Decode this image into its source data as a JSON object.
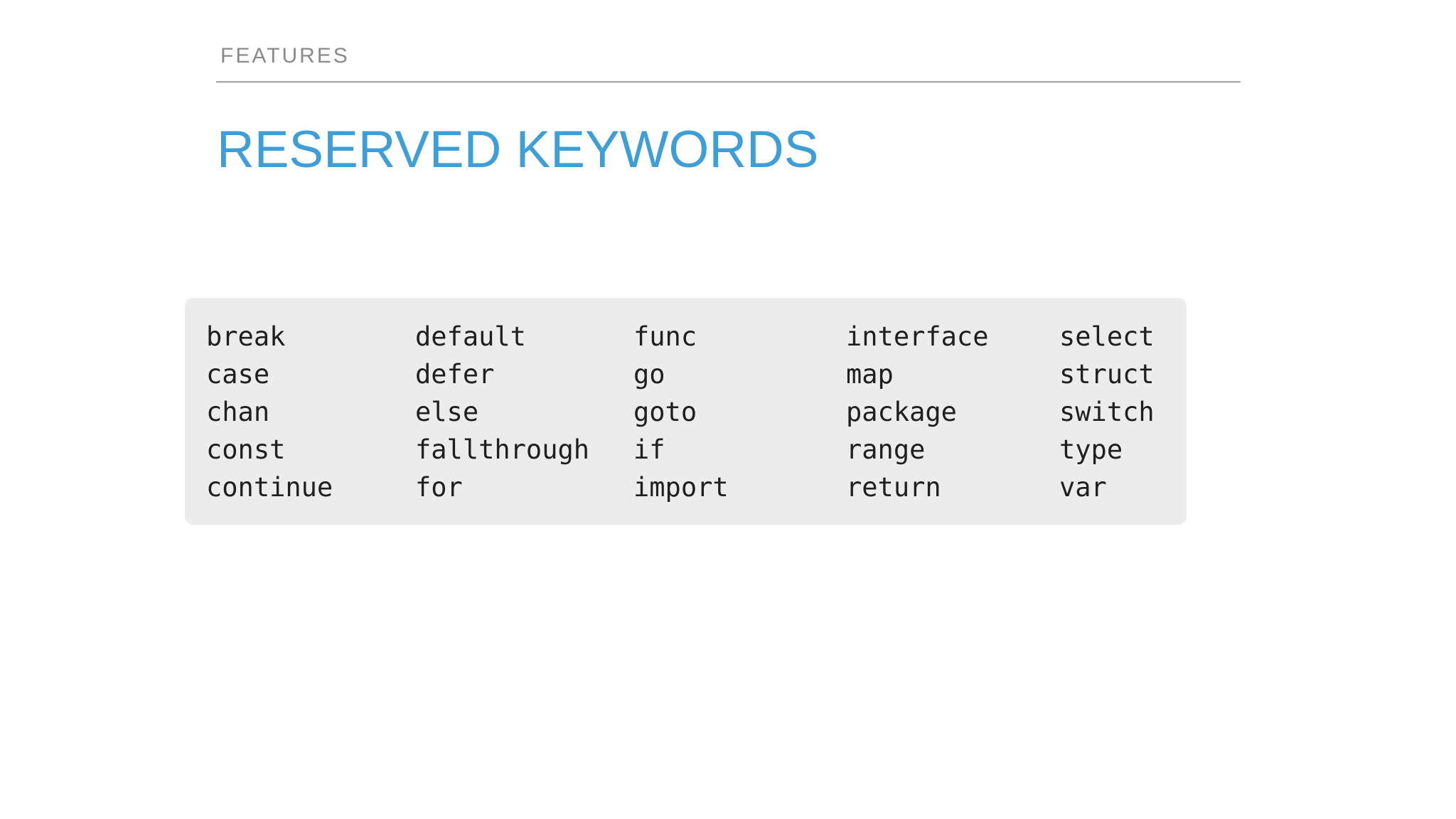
{
  "slide": {
    "eyebrow": "FEATURES",
    "title": "RESERVED KEYWORDS",
    "colors": {
      "page_background": "#ffffff",
      "eyebrow_gray": "#8a8a8a",
      "rule_gray": "#a9a9a9",
      "title_blue": "#3e9ed7",
      "keyword_box_background": "#ececec",
      "keyword_text": "#1f1f1f"
    },
    "keyword_box": {
      "columns": [
        {
          "items": [
            "break",
            "case",
            "chan",
            "const",
            "continue"
          ]
        },
        {
          "items": [
            "default",
            "defer",
            "else",
            "fallthrough",
            "for"
          ]
        },
        {
          "items": [
            "func",
            "go",
            "goto",
            "if",
            "import"
          ]
        },
        {
          "items": [
            "interface",
            "map",
            "package",
            "range",
            "return"
          ]
        },
        {
          "items": [
            "select",
            "struct",
            "switch",
            "type",
            "var"
          ]
        }
      ]
    }
  }
}
